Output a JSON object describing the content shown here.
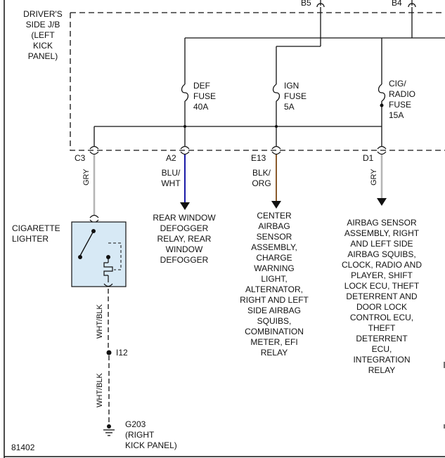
{
  "junction_box": {
    "label": "DRIVER'S\nSIDE J/B\n(LEFT\nKICK\nPANEL)"
  },
  "connectors": {
    "b5": "B5",
    "b4": "B4",
    "c3": "C3",
    "a2": "A2",
    "e13": "E13",
    "d1": "D1",
    "i12": "I12"
  },
  "fuses": {
    "def": "DEF\nFUSE\n40A",
    "ign": "IGN\nFUSE\n5A",
    "cig": "CIG/\nRADIO\nFUSE\n15A"
  },
  "wires": {
    "c3": "GRY",
    "a2": "BLU/\nWHT",
    "e13": "BLK/\nORG",
    "d1": "GRY",
    "lighter_out": "WHT/BLK",
    "ground_lead": "WHT/BLK"
  },
  "components": {
    "lighter": "CIGARETTE\nLIGHTER",
    "ground": "G203\n(RIGHT\nKICK PANEL)"
  },
  "destinations": {
    "a2": "REAR WINDOW\nDEFOGGER\nRELAY, REAR\nWINDOW\nDEFOGGER",
    "e13": "CENTER\nAIRBAG\nSENSOR\nASSEMBLY,\nCHARGE\nWARNING\nLIGHT,\nALTERNATOR,\nRIGHT AND LEFT\nSIDE AIRBAG\nSQUIBS,\nCOMBINATION\nMETER, EFI\nRELAY",
    "d1": "AIRBAG SENSOR\nASSEMBLY, RIGHT\nAND LEFT SIDE\nAIRBAG SQUIBS,\nCLOCK, RADIO AND\nPLAYER, SHIFT\nLOCK ECU, THEFT\nDETERRENT AND\nDOOR LOCK\nCONTROL ECU,\nTHEFT\nDETERRENT\nECU,\nINTEGRATION\nRELAY"
  },
  "figure_id": "81402",
  "colors": {
    "line": "#111111",
    "gry": "#b5b5b5",
    "blu": "#1a1aa6",
    "org": "#8a5a2b",
    "lighter_fill": "#d7e9f5"
  }
}
